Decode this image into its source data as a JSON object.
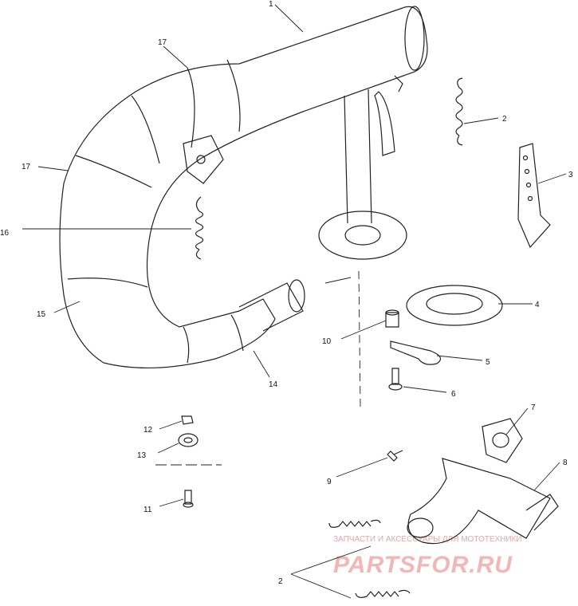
{
  "labels": {
    "l1": "1",
    "l2a": "2",
    "l2b": "2",
    "l3": "3",
    "l4": "4",
    "l5": "5",
    "l6": "6",
    "l7": "7",
    "l8": "8",
    "l9": "9",
    "l10": "10",
    "l11": "11",
    "l12": "12",
    "l13": "13",
    "l14": "14",
    "l15": "15",
    "l16": "16",
    "l17a": "17",
    "l17b": "17"
  },
  "watermark": {
    "tagline": "ЗАПЧАСТИ И АКСЕССУАРЫ ДЛЯ МОТОТЕХНИКИ",
    "brand": "PARTSFOR.RU",
    "color": "#f2b6b6"
  }
}
